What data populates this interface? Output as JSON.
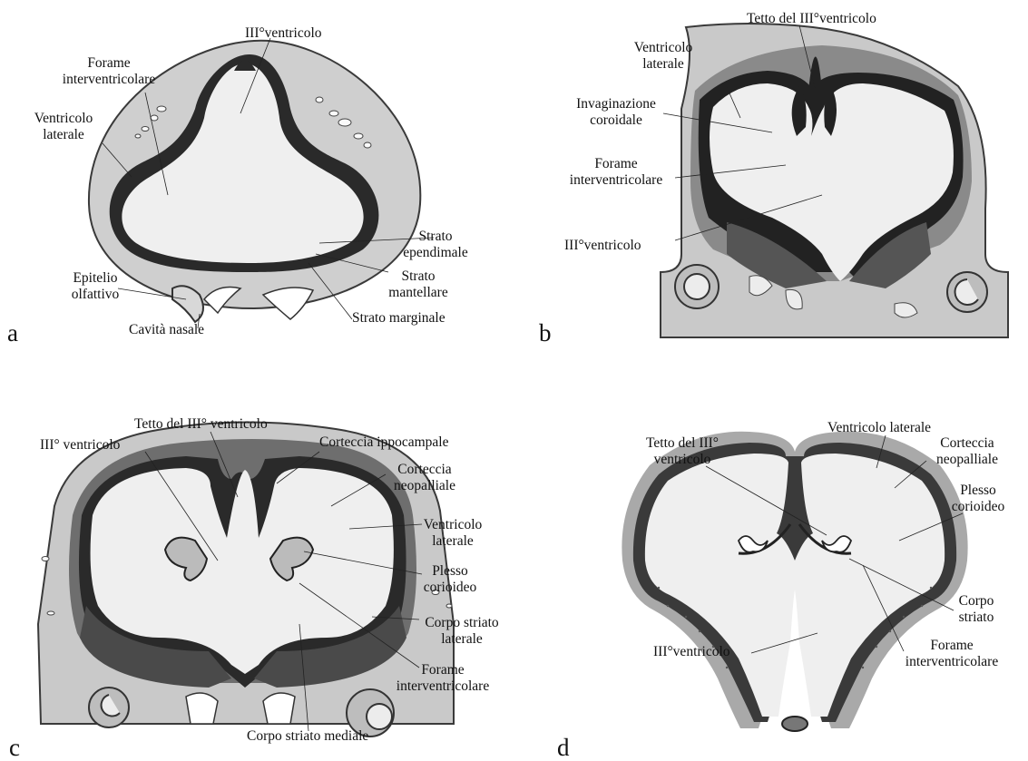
{
  "panels": [
    {
      "letter": "a",
      "labels": {
        "ventricle3": "III°ventricolo",
        "foramen": "Forame\ninterventricolare",
        "lateral": "Ventricolo\nlaterale",
        "ependymal": "Strato\nependimale",
        "mantle": "Strato\nmantellare",
        "marginal": "Strato marginale",
        "olfactory": "Epitelio\nolfattivo",
        "nasal": "Cavità nasale"
      }
    },
    {
      "letter": "b",
      "labels": {
        "roof": "Tetto del III°ventricolo",
        "lateral": "Ventricolo\nlaterale",
        "choroid": "Invaginazione\ncoroidale",
        "foramen": "Forame\ninterventricolare",
        "ventricle3": "III°ventricolo"
      }
    },
    {
      "letter": "c",
      "labels": {
        "roof": "Tetto del III° ventricolo",
        "ventricle3": "III° ventricolo",
        "hippocampal": "Corteccia ippocampale",
        "neopallial": "Corteccia\nneopalliale",
        "lateral": "Ventricolo\nlaterale",
        "plexus": "Plesso\ncorioideo",
        "striatum_lat": "Corpo striato\nlaterale",
        "foramen": "Forame\ninterventricolare",
        "striatum_med": "Corpo striato mediale"
      }
    },
    {
      "letter": "d",
      "labels": {
        "roof": "Tetto del III°\nventricolo",
        "lateral": "Ventricolo laterale",
        "neopallial": "Corteccia\nneopalliale",
        "plexus": "Plesso\ncorioideo",
        "striatum": "Corpo\nstriato",
        "foramen": "Forame\ninterventricolare",
        "ventricle3": "III°ventricolo"
      }
    }
  ]
}
